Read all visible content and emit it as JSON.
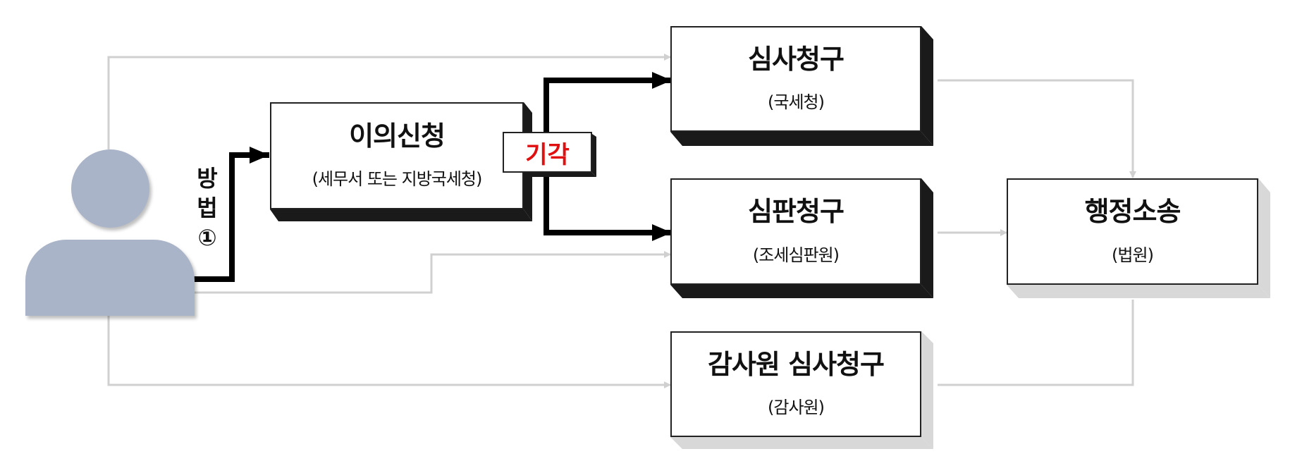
{
  "method": {
    "line1": "방",
    "line2": "법",
    "line3": "①"
  },
  "reject_label": "기각",
  "boxes": {
    "objection": {
      "title": "이의신청",
      "sub": "(세무서 또는 지방국세청)"
    },
    "review": {
      "title": "심사청구",
      "sub": "(국세청)"
    },
    "trial": {
      "title": "심판청구",
      "sub": "(조세심판원)"
    },
    "audit": {
      "title": "감사원 심사청구",
      "sub": "(감사원)"
    },
    "lawsuit": {
      "title": "행정소송",
      "sub": "(법원)"
    }
  },
  "colors": {
    "avatar": "#aab4c8",
    "reject_text": "#e01010",
    "thin_line": "#d0d0d0",
    "thick_line": "#000000"
  },
  "icons": {
    "person": "person-icon"
  }
}
